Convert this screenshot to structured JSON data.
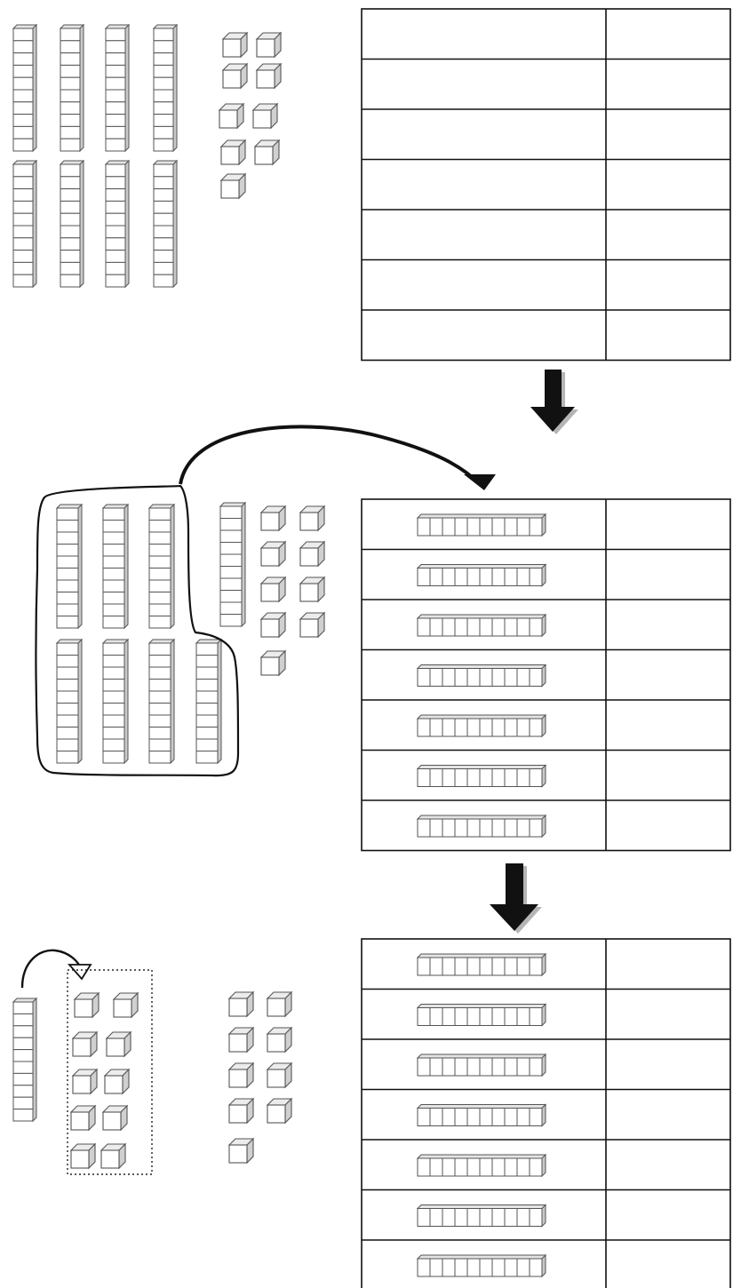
{
  "sections": [
    {
      "loose_tens_rods": 8,
      "loose_ones_cubes": 9,
      "table_rows": 7,
      "table_rod_count": 0
    },
    {
      "grouped_tens_rods": 7,
      "loose_tens_rods": 1,
      "loose_ones_cubes": 9,
      "table_rows": 7,
      "table_rod_count": 7
    },
    {
      "regrouped_tens_rods": 1,
      "grouped_ones_cubes": 10,
      "loose_ones_cubes": 9,
      "table_rows": 7,
      "table_rod_count": 7
    }
  ],
  "icons": [
    "down-arrow-icon",
    "curved-arrow-icon"
  ]
}
